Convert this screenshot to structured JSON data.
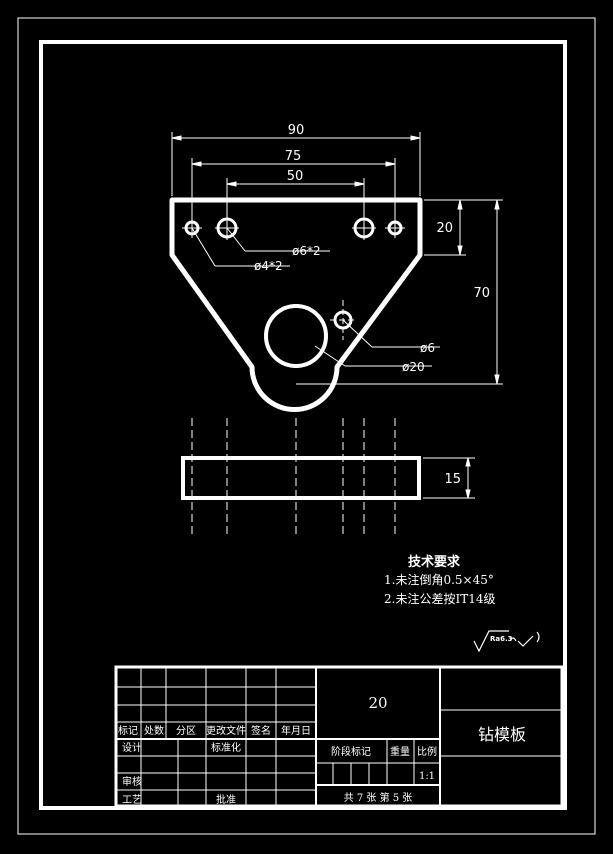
{
  "dimensions": {
    "width_overall": "90",
    "hole_spacing_outer": "75",
    "hole_spacing_inner": "50",
    "top_height": "20",
    "overall_height": "70",
    "thickness": "15"
  },
  "callouts": {
    "small_holes": "ø4*2",
    "medium_holes": "ø6*2",
    "pin_hole": "ø6",
    "main_hole": "ø20"
  },
  "tech_requirements": {
    "heading": "技术要求",
    "line1": "1.未注倒角0.5×45°",
    "line2": "2.未注公差按IT14级"
  },
  "roughness_note": "Ra6.3",
  "title_block": {
    "header_labels": [
      "标记",
      "处数",
      "分区",
      "更改文件",
      "签名",
      "年月日"
    ],
    "design": "设计",
    "standardize": "标准化",
    "review": "审核",
    "process": "工艺",
    "approve": "批准",
    "quantity_code": "20",
    "stage_mark": "阶段标记",
    "weight": "重量",
    "scale_label": "比例",
    "scale_value": "1:1",
    "sheets": "共 7 张  第 5 张",
    "part_name": "钻模板"
  }
}
